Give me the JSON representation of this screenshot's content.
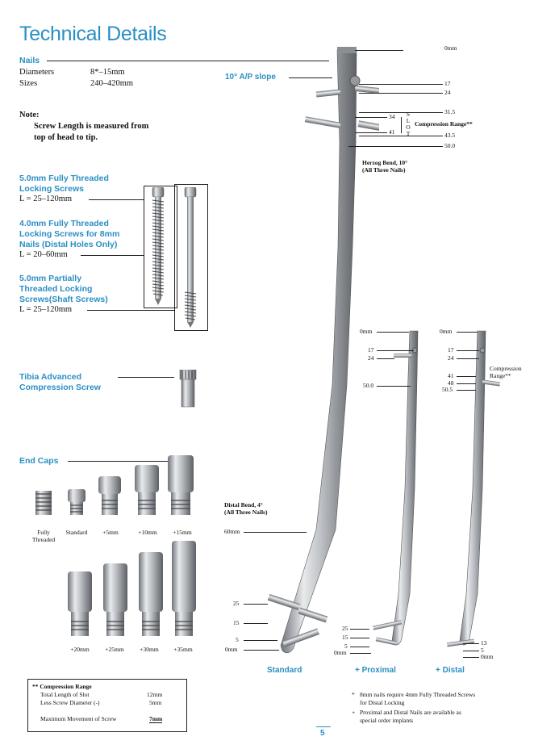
{
  "title": "Technical Details",
  "nails": {
    "heading": "Nails",
    "diameters_label": "Diameters",
    "diameters_value": "8*–15mm",
    "sizes_label": "Sizes",
    "sizes_value": "240–420mm"
  },
  "note": {
    "heading": "Note:",
    "text_line1": "Screw Length is measured from",
    "text_line2": "top of head to tip."
  },
  "screws": [
    {
      "title_lines": [
        "5.0mm Fully Threaded",
        "Locking Screws"
      ],
      "range": "L = 25–120mm"
    },
    {
      "title_lines": [
        "4.0mm Fully Threaded",
        "Locking Screws for 8mm",
        "Nails (Distal Holes Only)"
      ],
      "range": "L = 20–60mm"
    },
    {
      "title_lines": [
        "5.0mm Partially",
        "Threaded Locking",
        "Screws(Shaft Screws)"
      ],
      "range": "L = 25–120mm"
    }
  ],
  "tibia_screw": {
    "title_lines": [
      "Tibia Advanced",
      "Compression Screw"
    ]
  },
  "end_caps": {
    "heading": "End Caps",
    "row1": [
      "Fully\nThreaded",
      "Standard",
      "+5mm",
      "+10mm",
      "+15mm"
    ],
    "row2": [
      "+20mm",
      "+25mm",
      "+30mm",
      "+35mm"
    ]
  },
  "standard_nail": {
    "label": "Standard",
    "slope_label": "10° A/P slope",
    "herzog_line1": "Herzog Bend, 10°",
    "herzog_line2": "(All Three Nails)",
    "distal_line1": "Distal Bend, 4°",
    "distal_line2": "(All Three Nails)",
    "right_marks": [
      "0mm",
      "17",
      "24",
      "31.5",
      "43.5",
      "50.0"
    ],
    "slot_marks": [
      "34",
      "41"
    ],
    "slot_letters": [
      "S",
      "L",
      "O",
      "T"
    ],
    "compression_label": "Compression Range**",
    "left_marks": [
      "60mm",
      "25",
      "15",
      "5",
      "0mm"
    ]
  },
  "proximal_nail": {
    "label": "+ Proximal",
    "top_marks": [
      "0mm",
      "17",
      "24",
      "50.0"
    ],
    "bottom_marks": [
      "25",
      "15",
      "5",
      "0mm"
    ]
  },
  "distal_nail": {
    "label": "+ Distal",
    "top_marks": [
      "0mm",
      "17",
      "24",
      "41",
      "48",
      "50.5"
    ],
    "compression_line1": "Compression",
    "compression_line2": "Range**",
    "bottom_marks": [
      "13",
      "5",
      "0mm"
    ]
  },
  "compression_box": {
    "heading": "** Compression Range",
    "row1_label": "Total Length of Slot",
    "row1_value": "12mm",
    "row2_label": "Less Screw Diameter (-)",
    "row2_value": "5mm",
    "row3_label": "Maximum Movement of Screw",
    "row3_value": "7mm"
  },
  "footnotes": {
    "note1_mark": "*",
    "note1_line1": "8mm nails require 4mm Fully Threaded Screws",
    "note1_line2": "for Distal Locking",
    "note2_mark": "+",
    "note2_line1": "Proximal and Distal Nails are available as",
    "note2_line2": "special order implants"
  },
  "page_number": "5",
  "colors": {
    "accent": "#2b8fc4",
    "metal": "#b8bcc0"
  }
}
